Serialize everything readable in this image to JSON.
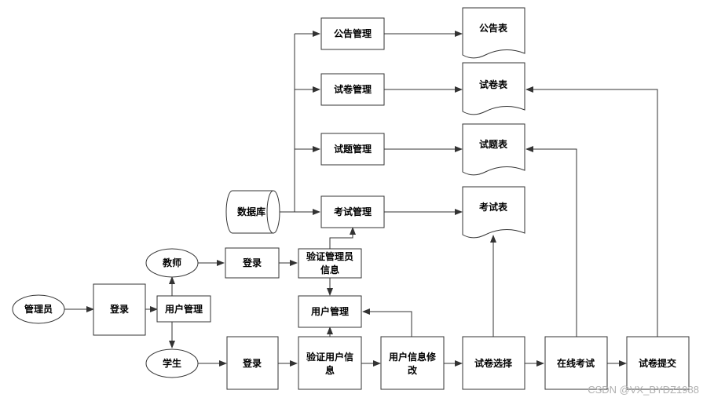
{
  "nodes": {
    "admin": "管理员",
    "admin_login": "登录",
    "user_mgmt_left": "用户管理",
    "teacher": "教师",
    "student": "学生",
    "teacher_login": "登录",
    "student_login": "登录",
    "verify_admin_line1": "验证管理员",
    "verify_admin_line2": "信息",
    "user_mgmt_center": "用户管理",
    "verify_user_line1": "验证用户信",
    "verify_user_line2": "息",
    "user_info_edit_line1": "用户信息修",
    "user_info_edit_line2": "改",
    "paper_select": "试卷选择",
    "online_exam": "在线考试",
    "paper_submit": "试卷提交",
    "database": "数据库",
    "notice_mgmt": "公告管理",
    "paper_mgmt": "试卷管理",
    "question_mgmt": "试题管理",
    "exam_mgmt": "考试管理",
    "notice_table": "公告表",
    "paper_table": "试卷表",
    "question_table": "试题表",
    "exam_table": "考试表"
  },
  "watermark": "CSDN @VX_BYDZ1988"
}
